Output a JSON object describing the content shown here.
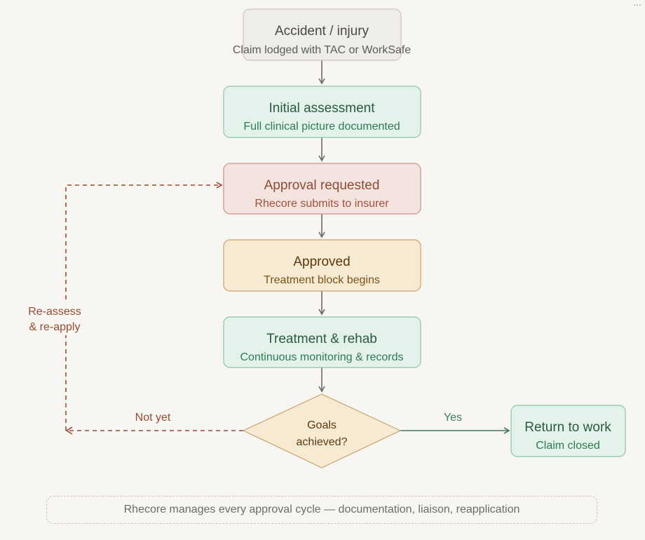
{
  "nodes": {
    "accident": {
      "title": "Accident / injury",
      "subtitle": "Claim lodged with TAC or WorkSafe"
    },
    "assessment": {
      "title": "Initial assessment",
      "subtitle": "Full clinical picture documented"
    },
    "approval_requested": {
      "title": "Approval requested",
      "subtitle": "Rhecore submits to insurer"
    },
    "approved": {
      "title": "Approved",
      "subtitle": "Treatment block begins"
    },
    "treatment": {
      "title": "Treatment & rehab",
      "subtitle": "Continuous monitoring & records"
    },
    "goals": {
      "line1": "Goals",
      "line2": "achieved?"
    },
    "return_to_work": {
      "title": "Return to work",
      "subtitle": "Claim closed"
    }
  },
  "edges": {
    "yes_label": "Yes",
    "not_yet_label": "Not yet",
    "reassess_line1": "Re-assess",
    "reassess_line2": "& re-apply"
  },
  "footer": {
    "text": "Rhecore manages every approval cycle — documentation, liaison, reapplication"
  },
  "colors": {
    "neutral_fill": "#efede8",
    "neutral_stroke": "#c9c6bd",
    "neutral_text": "#4a4843",
    "green_fill": "#e3f2ea",
    "green_stroke": "#8cc4a3",
    "green_text": "#2c6b4a",
    "red_fill": "#f4e4e0",
    "red_stroke": "#c99283",
    "red_text": "#a0513b",
    "amber_fill": "#f7ead3",
    "amber_stroke": "#c9a36c",
    "amber_text": "#6b4712",
    "loop_stroke": "#9a4a33",
    "yes_stroke": "#3f7a5c",
    "arrow_stroke": "#6d6b66"
  }
}
